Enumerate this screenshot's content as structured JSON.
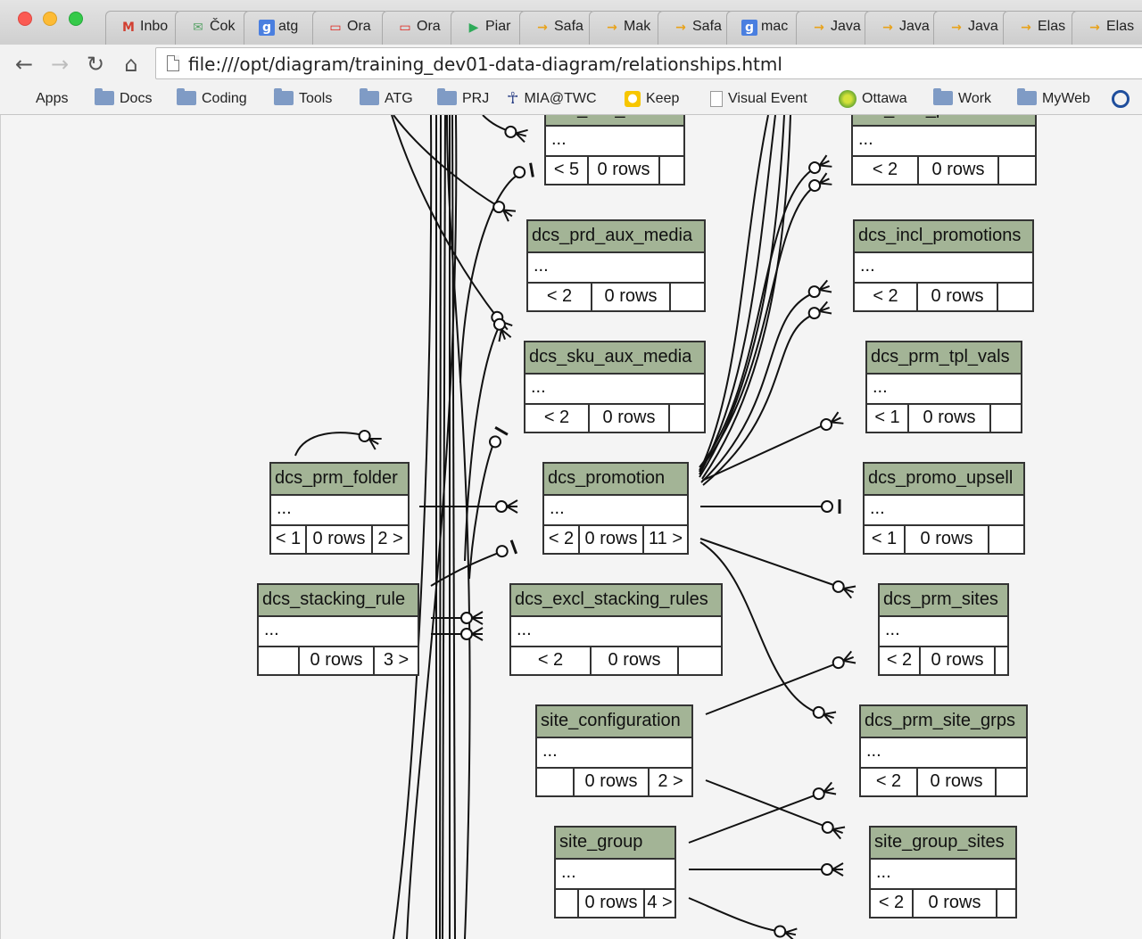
{
  "browser": {
    "tabs": [
      {
        "label": "Inbo",
        "icon": "gmail-icon",
        "glyph": "M",
        "color": "#d23f31",
        "bg": "transparent"
      },
      {
        "label": "Čok",
        "icon": "envelope-icon",
        "glyph": "✉",
        "color": "#5aa469",
        "bg": "transparent"
      },
      {
        "label": "atg",
        "icon": "google-icon",
        "glyph": "g",
        "color": "#ffffff",
        "bg": "#4a7fe0"
      },
      {
        "label": "Ora",
        "icon": "oracle-icon",
        "glyph": "▭",
        "color": "#e0231b",
        "bg": "transparent"
      },
      {
        "label": "Ora",
        "icon": "oracle-icon",
        "glyph": "▭",
        "color": "#e0231b",
        "bg": "transparent"
      },
      {
        "label": "Piar",
        "icon": "play-store-icon",
        "glyph": "▶",
        "color": "#2eaa59",
        "bg": "transparent"
      },
      {
        "label": "Safa",
        "icon": "arrow-icon",
        "glyph": "→",
        "color": "#e8a21a",
        "bg": "transparent"
      },
      {
        "label": "Mak",
        "icon": "arrow-icon",
        "glyph": "→",
        "color": "#e8a21a",
        "bg": "transparent"
      },
      {
        "label": "Safa",
        "icon": "arrow-icon",
        "glyph": "→",
        "color": "#e8a21a",
        "bg": "transparent"
      },
      {
        "label": "mac",
        "icon": "google-icon",
        "glyph": "g",
        "color": "#ffffff",
        "bg": "#4a7fe0"
      },
      {
        "label": "Java",
        "icon": "arrow-icon",
        "glyph": "→",
        "color": "#e8a21a",
        "bg": "transparent"
      },
      {
        "label": "Java",
        "icon": "arrow-icon",
        "glyph": "→",
        "color": "#e8a21a",
        "bg": "transparent"
      },
      {
        "label": "Java",
        "icon": "arrow-icon",
        "glyph": "→",
        "color": "#e8a21a",
        "bg": "transparent"
      },
      {
        "label": "Elas",
        "icon": "arrow-icon",
        "glyph": "→",
        "color": "#e8a21a",
        "bg": "transparent"
      },
      {
        "label": "Elas",
        "icon": "arrow-icon",
        "glyph": "→",
        "color": "#e8a21a",
        "bg": "transparent"
      }
    ],
    "nav": {
      "back_glyph": "←",
      "forward_glyph": "→",
      "reload_glyph": "↻",
      "home_glyph": "⌂"
    },
    "url": "file:///opt/diagram/training_dev01-data-diagram/relationships.html",
    "bookmarks": {
      "apps": "Apps",
      "docs": "Docs",
      "coding": "Coding",
      "tools": "Tools",
      "atg": "ATG",
      "prj": "PRJ",
      "mia": "MIA@TWC",
      "keep": "Keep",
      "visual_event": "Visual Event",
      "ottawa": "Ottawa",
      "work": "Work",
      "myweb": "MyWeb"
    }
  },
  "diagram": {
    "tables": [
      {
        "name": "dcs_sku_media",
        "dots": "...",
        "footer": [
          "< 5",
          "0 rows",
          ""
        ]
      },
      {
        "name": "dcs_excl_promotions",
        "dots": "...",
        "footer": [
          "< 2",
          "0 rows",
          ""
        ]
      },
      {
        "name": "dcs_prd_aux_media",
        "dots": "...",
        "footer": [
          "< 2",
          "0 rows",
          ""
        ]
      },
      {
        "name": "dcs_incl_promotions",
        "dots": "...",
        "footer": [
          "< 2",
          "0 rows",
          ""
        ]
      },
      {
        "name": "dcs_sku_aux_media",
        "dots": "...",
        "footer": [
          "< 2",
          "0 rows",
          ""
        ]
      },
      {
        "name": "dcs_prm_tpl_vals",
        "dots": "...",
        "footer": [
          "< 1",
          "0 rows",
          ""
        ]
      },
      {
        "name": "dcs_prm_folder",
        "dots": "...",
        "footer": [
          "< 1",
          "0 rows",
          "2 >"
        ]
      },
      {
        "name": "dcs_promotion",
        "dots": "...",
        "footer": [
          "< 2",
          "0 rows",
          "11 >"
        ]
      },
      {
        "name": "dcs_promo_upsell",
        "dots": "...",
        "footer": [
          "< 1",
          "0 rows",
          ""
        ]
      },
      {
        "name": "dcs_stacking_rule",
        "dots": "...",
        "footer": [
          "",
          "0 rows",
          "3 >"
        ]
      },
      {
        "name": "dcs_excl_stacking_rules",
        "dots": "...",
        "footer": [
          "< 2",
          "0 rows",
          ""
        ]
      },
      {
        "name": "dcs_prm_sites",
        "dots": "...",
        "footer": [
          "< 2",
          "0 rows",
          ""
        ]
      },
      {
        "name": "site_configuration",
        "dots": "...",
        "footer": [
          "",
          "0 rows",
          "2 >"
        ]
      },
      {
        "name": "dcs_prm_site_grps",
        "dots": "...",
        "footer": [
          "< 2",
          "0 rows",
          ""
        ]
      },
      {
        "name": "site_group",
        "dots": "...",
        "footer": [
          "",
          "0 rows",
          "4 >"
        ]
      },
      {
        "name": "site_group_sites",
        "dots": "...",
        "footer": [
          "< 2",
          "0 rows",
          ""
        ]
      }
    ],
    "colors": {
      "header_fill": "#a3b496",
      "line": "#111111"
    }
  }
}
